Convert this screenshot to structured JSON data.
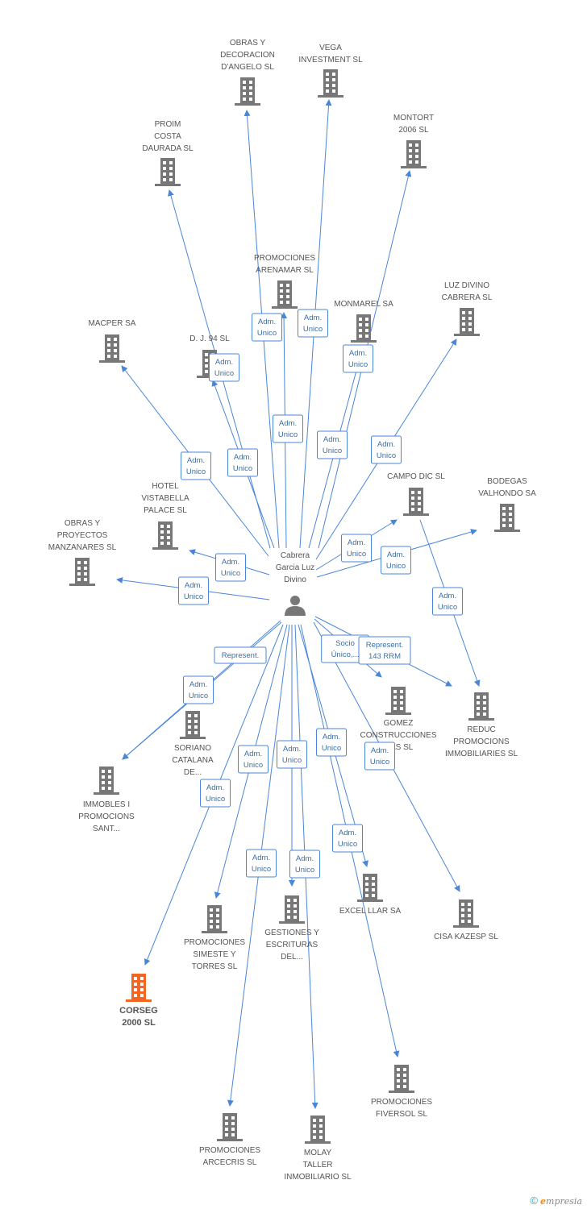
{
  "colors": {
    "edge": "#4a86d8",
    "building": "#777777",
    "highlight": "#f26522",
    "label_border": "#4a86d8"
  },
  "center": {
    "lines": [
      "Cabrera",
      "Garcia Luz",
      "Divino"
    ],
    "icon": "person-icon"
  },
  "companies": [
    {
      "id": "obras-decoracion",
      "lines": [
        "OBRAS Y",
        "DECORACION",
        "D'ANGELO SL"
      ]
    },
    {
      "id": "vega",
      "lines": [
        "VEGA",
        "INVESTMENT  SL"
      ]
    },
    {
      "id": "montort",
      "lines": [
        "MONTORT",
        "2006 SL"
      ]
    },
    {
      "id": "proim",
      "lines": [
        "PROIM",
        "COSTA",
        "DAURADA SL"
      ]
    },
    {
      "id": "arenamar",
      "lines": [
        "PROMOCIONES",
        "ARENAMAR SL"
      ]
    },
    {
      "id": "luzdivino",
      "lines": [
        "LUZ DIVINO",
        "CABRERA SL"
      ]
    },
    {
      "id": "monmarel",
      "lines": [
        "MONMAREL SA"
      ]
    },
    {
      "id": "macper",
      "lines": [
        "MACPER SA"
      ]
    },
    {
      "id": "dj94",
      "lines": [
        "D. J. 94 SL"
      ]
    },
    {
      "id": "campodic",
      "lines": [
        "CAMPO DIC SL"
      ]
    },
    {
      "id": "bodegas",
      "lines": [
        "BODEGAS",
        "VALHONDO SA"
      ]
    },
    {
      "id": "hotel",
      "lines": [
        "HOTEL",
        "VISTABELLA",
        "PALACE  SL"
      ]
    },
    {
      "id": "obras-proyectos",
      "lines": [
        "OBRAS Y",
        "PROYECTOS",
        "MANZANARES SL"
      ]
    },
    {
      "id": "gomez",
      "lines": [
        "GOMEZ",
        "CONSTRUCCIONES",
        "...AS SL"
      ]
    },
    {
      "id": "reduc",
      "lines": [
        "REDUC",
        "PROMOCIONS",
        "IMMOBILIARIES SL"
      ]
    },
    {
      "id": "soriano",
      "lines": [
        "SORIANO",
        "CATALANA",
        "DE..."
      ]
    },
    {
      "id": "immobles",
      "lines": [
        "IMMOBLES I",
        "PROMOCIONS",
        "SANT..."
      ]
    },
    {
      "id": "simeste",
      "lines": [
        "PROMOCIONES",
        "SIMESTE Y",
        "TORRES SL"
      ]
    },
    {
      "id": "gestiones",
      "lines": [
        "GESTIONES Y",
        "ESCRITURAS",
        "DEL..."
      ]
    },
    {
      "id": "excel",
      "lines": [
        "EXCEL LLAR SA"
      ]
    },
    {
      "id": "cisa",
      "lines": [
        "CISA KAZESP SL"
      ]
    },
    {
      "id": "corseg",
      "lines": [
        "CORSEG",
        "2000 SL"
      ],
      "highlight": true
    },
    {
      "id": "fiversol",
      "lines": [
        "PROMOCIONES",
        "FIVERSOL SL"
      ]
    },
    {
      "id": "arcecris",
      "lines": [
        "PROMOCIONES",
        "ARCECRIS SL"
      ]
    },
    {
      "id": "molay",
      "lines": [
        "MOLAY",
        "TALLER",
        "INMOBILIARIO SL"
      ]
    }
  ],
  "edges": [
    {
      "target": "obras-decoracion",
      "lines": [
        "Adm.",
        "Unico"
      ]
    },
    {
      "target": "vega",
      "lines": [
        "Adm.",
        "Unico"
      ]
    },
    {
      "target": "montort",
      "lines": [
        "Adm.",
        "Unico"
      ]
    },
    {
      "target": "proim",
      "lines": [
        "Adm.",
        "Unico"
      ]
    },
    {
      "target": "arenamar",
      "lines": [
        "Adm.",
        "Unico"
      ]
    },
    {
      "target": "luzdivino",
      "lines": [
        "Adm.",
        "Unico"
      ]
    },
    {
      "target": "monmarel",
      "lines": [
        "Adm.",
        "Unico"
      ]
    },
    {
      "target": "macper",
      "lines": [
        "Adm.",
        "Unico"
      ]
    },
    {
      "target": "dj94",
      "lines": [
        "Adm.",
        "Unico"
      ]
    },
    {
      "target": "campodic",
      "lines": [
        "Adm.",
        "Unico"
      ]
    },
    {
      "target": "bodegas",
      "lines": [
        "Adm.",
        "Unico"
      ]
    },
    {
      "target": "hotel",
      "lines": [
        "Adm.",
        "Unico"
      ]
    },
    {
      "target": "obras-proyectos",
      "lines": [
        "Adm.",
        "Unico"
      ]
    },
    {
      "target": "gomez",
      "lines": [
        "Socio",
        "Único,..."
      ]
    },
    {
      "target": "reduc",
      "lines": [
        "Represent.",
        "143 RRM"
      ]
    },
    {
      "target": "soriano",
      "lines": [
        "Represent."
      ]
    },
    {
      "target": "immobles",
      "lines": [
        "Adm.",
        "Unico"
      ]
    },
    {
      "target": "simeste",
      "lines": [
        "Adm.",
        "Unico"
      ]
    },
    {
      "target": "gestiones",
      "lines": [
        "Adm.",
        "Unico"
      ]
    },
    {
      "target": "excel",
      "lines": [
        "Adm.",
        "Unico"
      ]
    },
    {
      "target": "cisa",
      "lines": [
        "Adm.",
        "Unico"
      ]
    },
    {
      "target": "corseg",
      "lines": [
        "Adm.",
        "Unico"
      ]
    },
    {
      "target": "fiversol",
      "lines": [
        "Adm.",
        "Unico"
      ]
    },
    {
      "target": "arcecris",
      "lines": [
        "Adm.",
        "Unico"
      ]
    },
    {
      "target": "molay",
      "lines": [
        "Adm.",
        "Unico"
      ]
    },
    {
      "target": "campodic-reduc",
      "lines": [
        "Adm.",
        "Unico"
      ]
    }
  ],
  "footer": {
    "copyright": "©",
    "brand_initial": "e",
    "brand_rest": "mpresia"
  }
}
